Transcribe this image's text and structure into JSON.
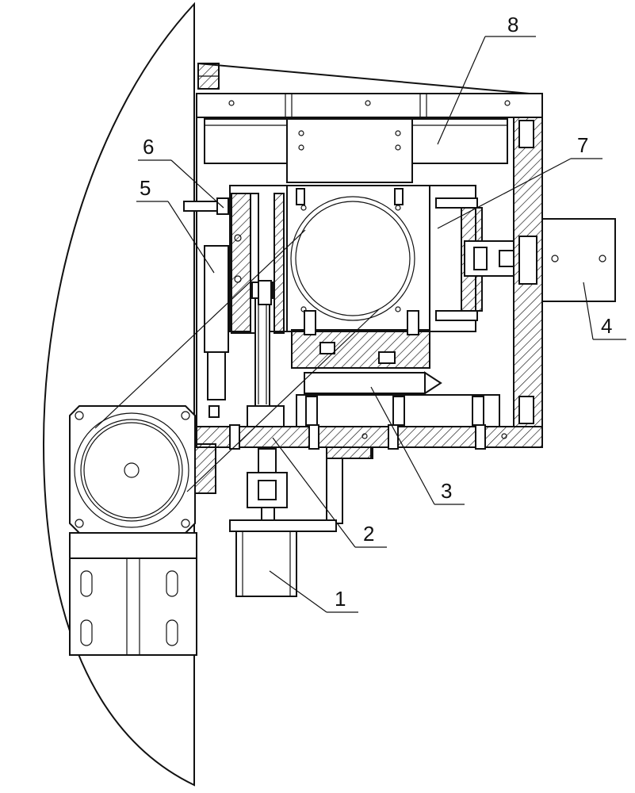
{
  "drawing": {
    "callouts": [
      {
        "id": "1",
        "text": "1"
      },
      {
        "id": "2",
        "text": "2"
      },
      {
        "id": "3",
        "text": "3"
      },
      {
        "id": "4",
        "text": "4"
      },
      {
        "id": "5",
        "text": "5"
      },
      {
        "id": "6",
        "text": "6"
      },
      {
        "id": "7",
        "text": "7"
      },
      {
        "id": "8",
        "text": "8"
      }
    ]
  }
}
